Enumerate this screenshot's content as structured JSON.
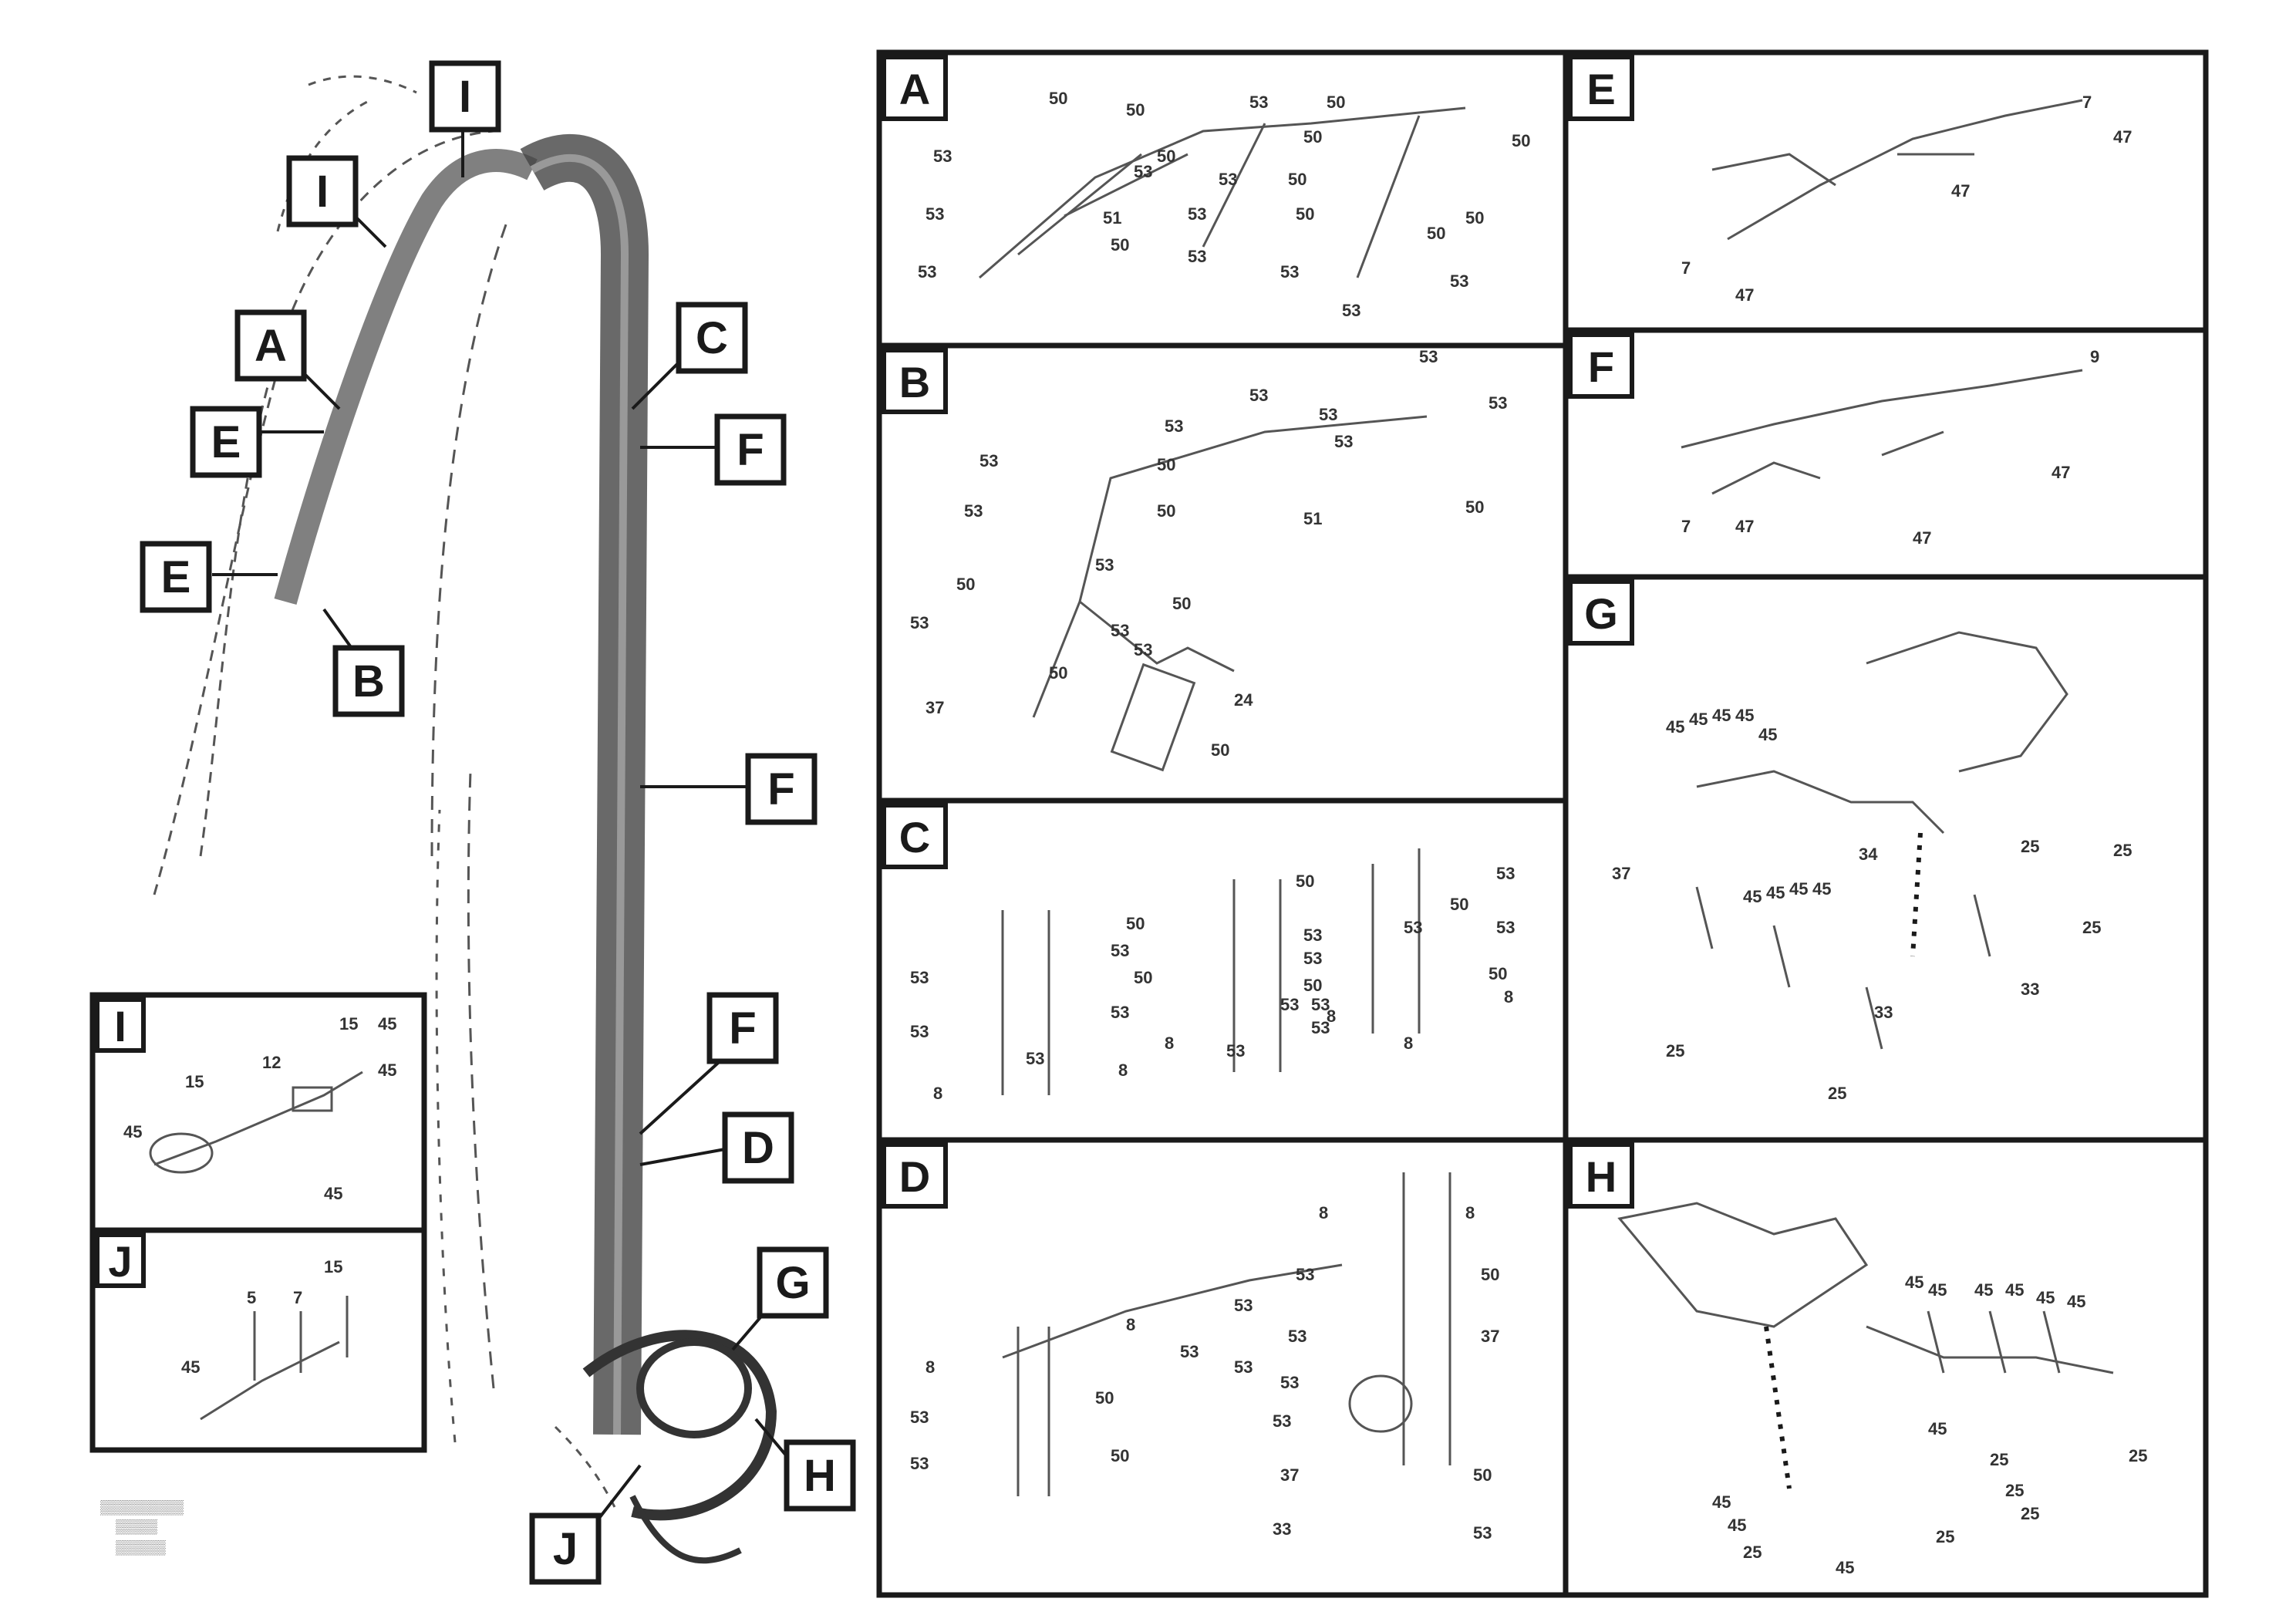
{
  "overview": {
    "callouts": [
      {
        "id": "I",
        "label": "I"
      },
      {
        "id": "I2",
        "label": "I"
      },
      {
        "id": "A",
        "label": "A"
      },
      {
        "id": "E",
        "label": "E"
      },
      {
        "id": "E2",
        "label": "E"
      },
      {
        "id": "B",
        "label": "B"
      },
      {
        "id": "C",
        "label": "C"
      },
      {
        "id": "F",
        "label": "F"
      },
      {
        "id": "F2",
        "label": "F"
      },
      {
        "id": "F3",
        "label": "F"
      },
      {
        "id": "D",
        "label": "D"
      },
      {
        "id": "G",
        "label": "G"
      },
      {
        "id": "H",
        "label": "H"
      },
      {
        "id": "J",
        "label": "J"
      }
    ],
    "ref_code_lines": [
      "▒▒▒▒▒▒▒▒▒▒",
      "▒▒▒▒▒",
      "▒▒▒▒▒▒"
    ]
  },
  "panels": {
    "A": {
      "label": "A",
      "numbers": [
        "53",
        "53",
        "53",
        "53",
        "53",
        "50",
        "50",
        "50",
        "50",
        "50",
        "50",
        "50",
        "53",
        "53",
        "50",
        "51",
        "53",
        "50",
        "50",
        "53",
        "53",
        "53",
        "50"
      ]
    },
    "B": {
      "label": "B",
      "numbers": [
        "53",
        "53",
        "50",
        "50",
        "53",
        "53",
        "51",
        "50",
        "53",
        "53",
        "53",
        "53",
        "50",
        "50",
        "53",
        "53",
        "53",
        "53",
        "50",
        "37",
        "24",
        "50"
      ]
    },
    "C": {
      "label": "C",
      "numbers": [
        "53",
        "53",
        "50",
        "50",
        "53",
        "53",
        "50",
        "53",
        "53",
        "50",
        "53",
        "53",
        "53",
        "53",
        "50",
        "53",
        "50",
        "53",
        "53",
        "53",
        "8",
        "8",
        "8",
        "8",
        "8",
        "8"
      ]
    },
    "D": {
      "label": "D",
      "numbers": [
        "8",
        "8",
        "8",
        "8",
        "50",
        "53",
        "53",
        "53",
        "37",
        "50",
        "50",
        "53",
        "53",
        "53",
        "53",
        "53",
        "37",
        "53",
        "33",
        "50",
        "53"
      ]
    },
    "E": {
      "label": "E",
      "numbers": [
        "7",
        "47",
        "47",
        "7",
        "47"
      ]
    },
    "F": {
      "label": "F",
      "numbers": [
        "9",
        "47",
        "7",
        "47",
        "47"
      ]
    },
    "G": {
      "label": "G",
      "numbers": [
        "45",
        "45",
        "45",
        "45",
        "45",
        "37",
        "25",
        "25",
        "33",
        "33",
        "25",
        "25",
        "34",
        "25",
        "45",
        "45",
        "45",
        "45"
      ]
    },
    "H": {
      "label": "H",
      "numbers": [
        "45",
        "45",
        "45",
        "45",
        "45",
        "45",
        "25",
        "45",
        "25",
        "25",
        "25",
        "25",
        "45",
        "45",
        "25",
        "45"
      ]
    },
    "I": {
      "label": "I",
      "numbers": [
        "15",
        "12",
        "45",
        "15",
        "45",
        "45",
        "45"
      ]
    },
    "J": {
      "label": "J",
      "numbers": [
        "15",
        "5",
        "7",
        "45"
      ]
    }
  }
}
